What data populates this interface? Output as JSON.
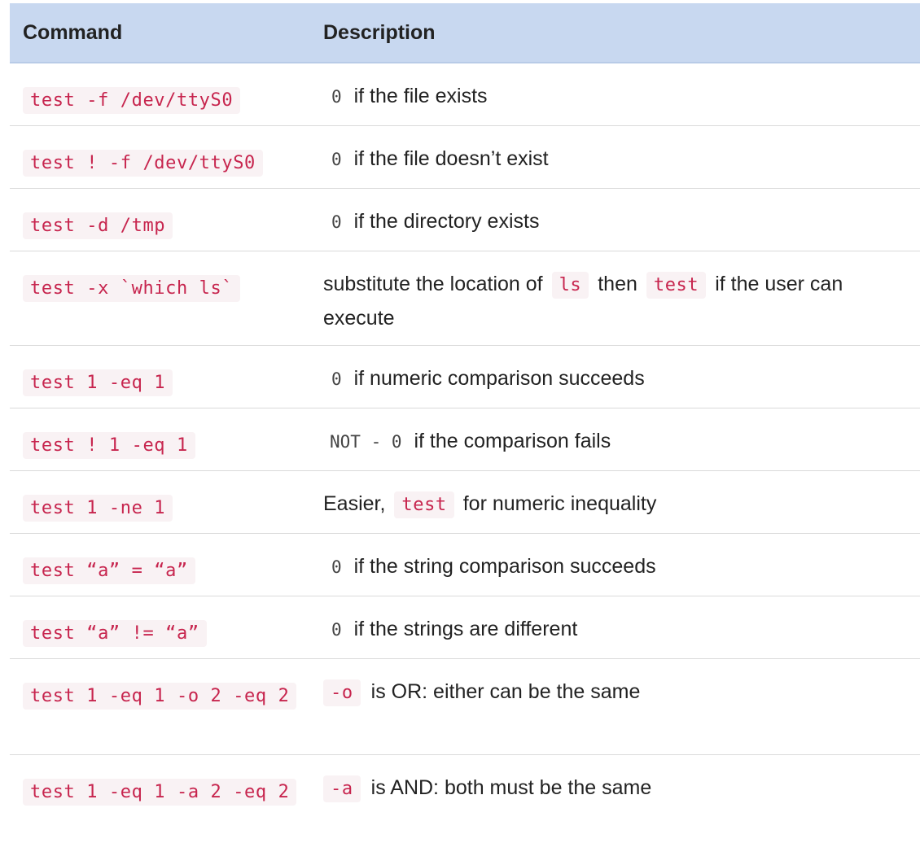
{
  "header": {
    "command": "Command",
    "description": "Description"
  },
  "rows": [
    {
      "command": "test -f /dev/ttyS0",
      "code": "0",
      "text": "if the file exists"
    },
    {
      "command": "test ! -f /dev/ttyS0",
      "code": "0",
      "text": "if the file doesn’t exist"
    },
    {
      "command": "test -d /tmp",
      "code": "0",
      "text": "if the directory exists"
    },
    {
      "command": "test -x `which ls`",
      "text_a": "substitute the location of",
      "code_a": "ls",
      "text_b": "then",
      "code_b": "test",
      "text_c": "if the user can execute"
    },
    {
      "command": "test 1 -eq 1",
      "code": "0",
      "text": "if numeric comparison succeeds"
    },
    {
      "command": "test ! 1 -eq 1",
      "not_code": "NOT - 0",
      "text": "if the comparison fails"
    },
    {
      "command": "test 1 -ne 1",
      "text_a": "Easier,",
      "code_a": "test",
      "text_b": "for numeric inequality"
    },
    {
      "command": "test “a” = “a”",
      "code": "0",
      "text": "if the string comparison succeeds"
    },
    {
      "command": "test “a” != “a”",
      "code": "0",
      "text": "if the strings are different"
    },
    {
      "command": "test 1 -eq 1 -o 2 -eq 2",
      "code": "-o",
      "text": "is OR: either can be the same"
    },
    {
      "command": "test 1 -eq 1 -a 2 -eq 2",
      "code": "-a",
      "text": "is AND: both must be the same"
    }
  ]
}
